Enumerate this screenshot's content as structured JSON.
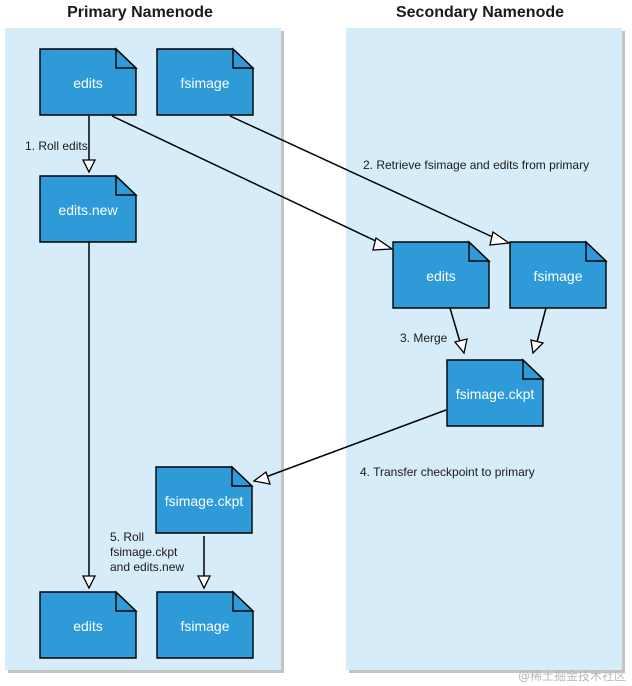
{
  "lanes": {
    "primary_title": "Primary Namenode",
    "secondary_title": "Secondary Namenode"
  },
  "files": {
    "p_edits": "edits",
    "p_fsimage": "fsimage",
    "p_edits_new": "edits.new",
    "p_fsimage_ckpt": "fsimage.ckpt",
    "p_edits_final": "edits",
    "p_fsimage_final": "fsimage",
    "s_edits": "edits",
    "s_fsimage": "fsimage",
    "s_fsimage_ckpt": "fsimage.ckpt"
  },
  "steps": {
    "step1": "1. Roll edits",
    "step2": "2. Retrieve fsimage and edits from primary",
    "step3": "3. Merge",
    "step4": "4. Transfer checkpoint to primary",
    "step5_line1": "5. Roll",
    "step5_line2": "fsimage.ckpt",
    "step5_line3": "and edits.new"
  },
  "watermark": "@稀土掘金技术社区",
  "colors": {
    "file_fill": "#2e9bd8",
    "lane_background": "#d6ecf8",
    "file_text": "#ffffff"
  }
}
